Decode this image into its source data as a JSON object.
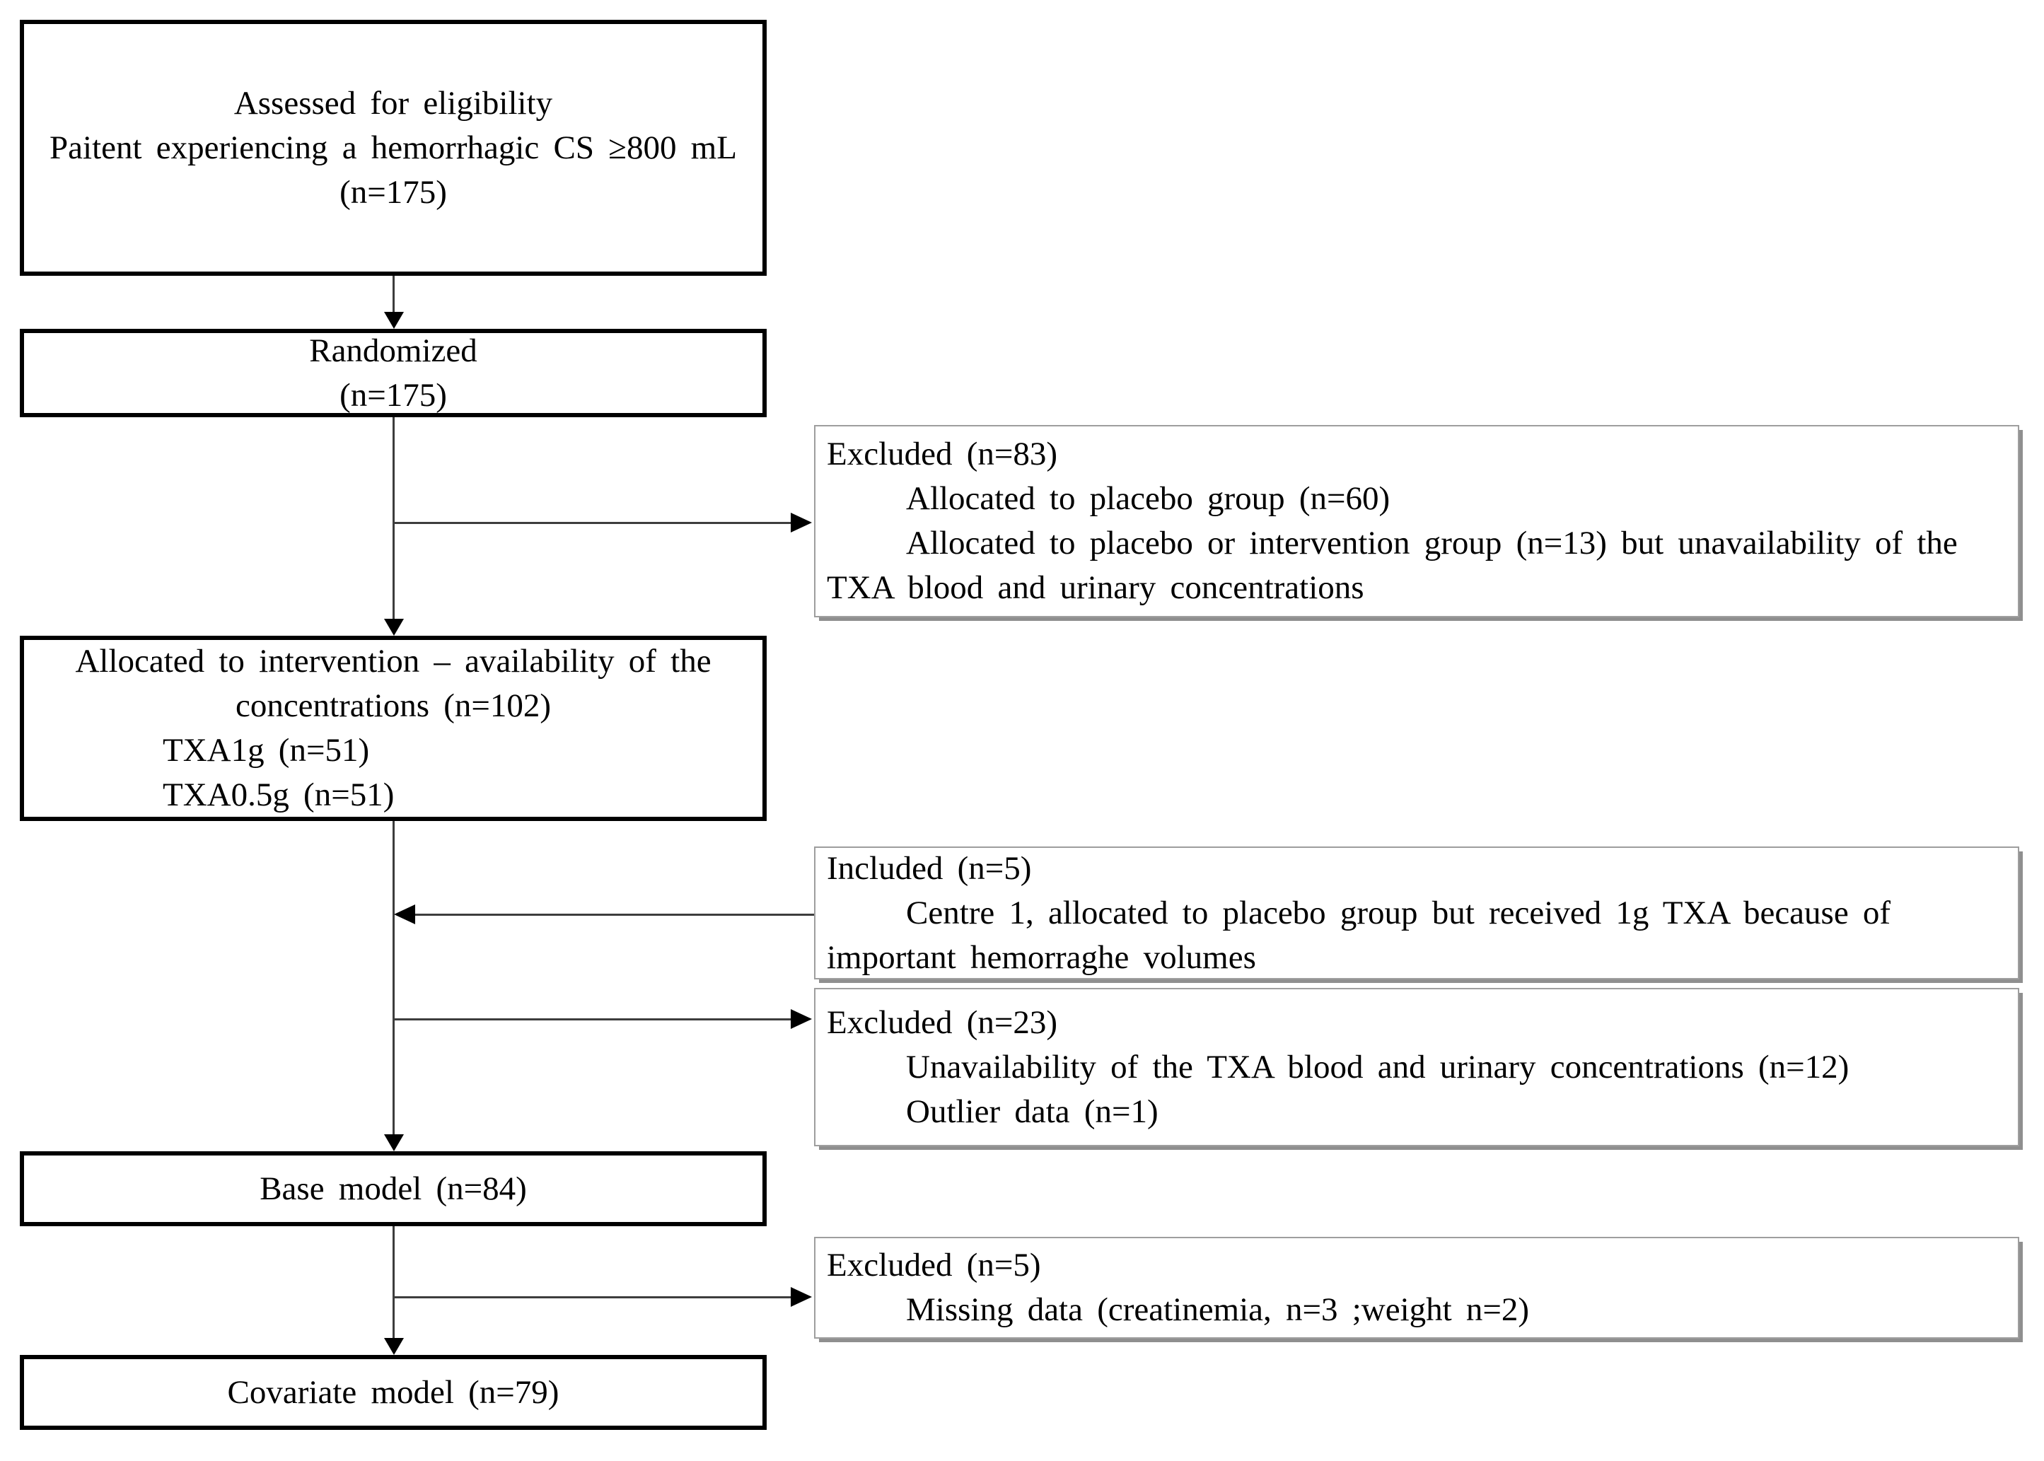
{
  "flow": {
    "assessed": {
      "lines": [
        "Assessed for eligibility",
        "Paitent experiencing a hemorrhagic CS ≥800 mL",
        "(n=175)"
      ]
    },
    "randomized": {
      "lines": [
        "Randomized",
        "(n=175)"
      ]
    },
    "excluded_after_randomization": {
      "lines": [
        "Excluded (n=83)",
        "Allocated to placebo group (n=60)",
        "Allocated to placebo or intervention group (n=13) but unavailability of the",
        "TXA blood and urinary concentrations"
      ]
    },
    "allocated_intervention": {
      "lines": [
        "Allocated to intervention – availability of the",
        "concentrations (n=102)",
        "TXA1g (n=51)",
        "TXA0.5g (n=51)"
      ]
    },
    "included": {
      "lines": [
        "Included (n=5)",
        "Centre 1, allocated to placebo group but received 1g TXA because of",
        "important hemorraghe volumes"
      ]
    },
    "excluded_before_base_model": {
      "lines": [
        "Excluded (n=23)",
        "Unavailability of the TXA blood and urinary concentrations (n=12)",
        "Outlier data (n=1)"
      ]
    },
    "base_model": {
      "lines": [
        "Base model (n=84)"
      ]
    },
    "excluded_before_covariate_model": {
      "lines": [
        "Excluded (n=5)",
        "Missing data (creatinemia, n=3 ;weight n=2)"
      ]
    },
    "covariate_model": {
      "lines": [
        "Covariate model (n=79)"
      ]
    }
  },
  "colors": {
    "background": "#ffffff",
    "text": "#000000",
    "main_box_border": "#000000",
    "side_box_border": "#9e9e9e",
    "side_box_shadow": "#8f8f8f",
    "connector_line": "#3d3d3d",
    "arrowhead": "#000000"
  }
}
